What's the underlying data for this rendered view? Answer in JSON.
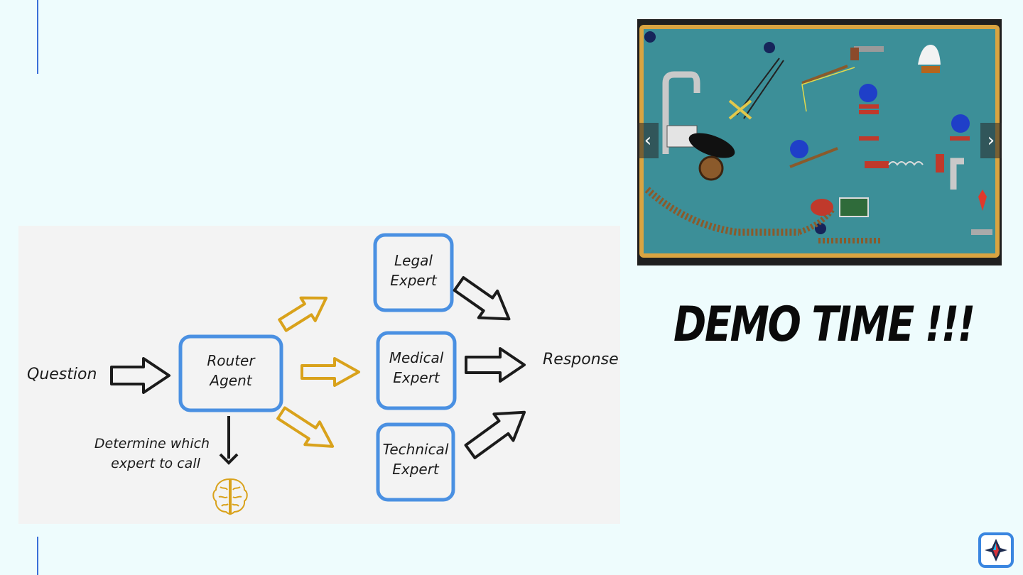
{
  "slide": {
    "demo_title": "DEMO TIME !!!"
  },
  "diagram": {
    "input_label": "Question",
    "router_line1": "Router",
    "router_line2": "Agent",
    "determine_line1": "Determine which",
    "determine_line2": "expert to call",
    "experts": [
      {
        "line1": "Legal",
        "line2": "Expert"
      },
      {
        "line1": "Medical",
        "line2": "Expert"
      },
      {
        "line1": "Technical",
        "line2": "Expert"
      }
    ],
    "output_label": "Response"
  },
  "icons": {
    "brain": "brain-icon",
    "prev": "chevron-left-icon",
    "next": "chevron-right-icon",
    "logo": "app-logo-icon"
  },
  "colors": {
    "background": "#eefcfd",
    "accent_line": "#3a6fd8",
    "box_border": "#4a90e2",
    "gold_arrow": "#d9a21b",
    "game_board": "#3c8f98",
    "game_frame": "#d9a441"
  }
}
